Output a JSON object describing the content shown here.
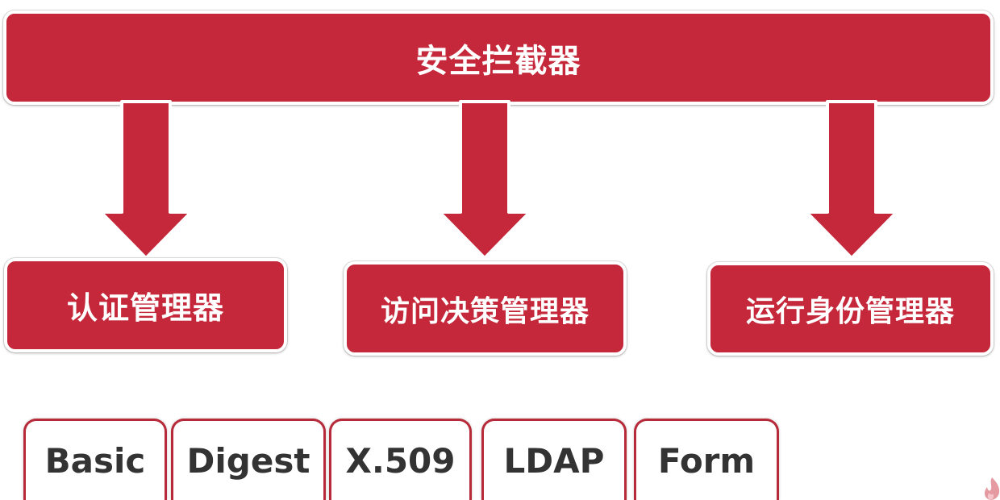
{
  "top": {
    "label": "安全拦截器"
  },
  "managers": [
    {
      "label": "认证管理器"
    },
    {
      "label": "访问决策管理器"
    },
    {
      "label": "运行身份管理器"
    }
  ],
  "auth_methods": [
    {
      "label": "Basic"
    },
    {
      "label": "Digest"
    },
    {
      "label": "X.509"
    },
    {
      "label": "LDAP"
    },
    {
      "label": "Form"
    }
  ],
  "colors": {
    "primary_red": "#c5283a",
    "method_border": "#b72a3a",
    "method_text": "#333333",
    "background": "#ffffff"
  },
  "icons": {
    "arrow": "down-arrow-icon",
    "corner": "flame-logo-icon"
  }
}
